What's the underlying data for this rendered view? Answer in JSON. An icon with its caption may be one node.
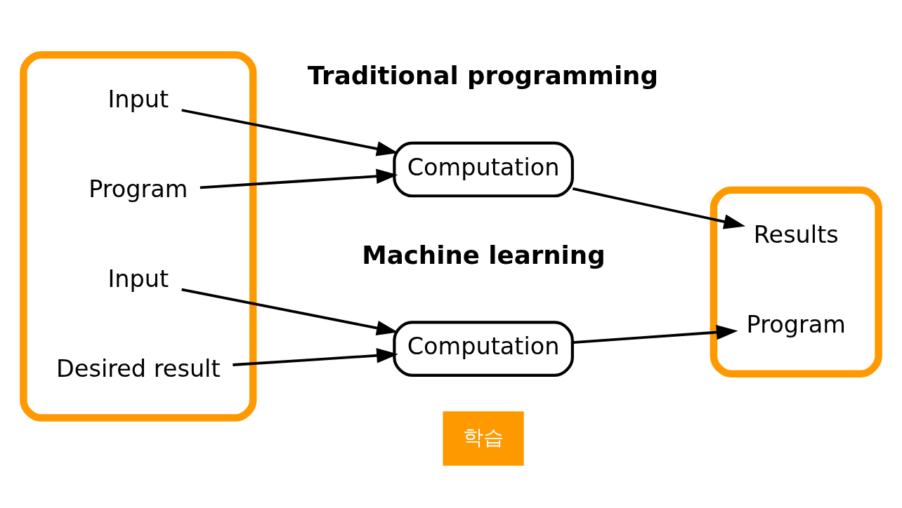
{
  "diagram": {
    "nodes": [
      {
        "text": [],
        "shape": "box"
      },
      {
        "text": [
          "Input"
        ],
        "in": 0
      },
      {
        "text": [
          "Program"
        ],
        "in": 0
      },
      {
        "text": [
          "Computation"
        ]
      },
      {
        "text": [],
        "shape": "box"
      },
      {
        "text": [
          "Results"
        ],
        "in": 4
      },
      {
        "text": [
          "Input"
        ],
        "in": 0
      },
      {
        "text": [
          "Desired result"
        ],
        "in": 0
      },
      {
        "text": [
          "Computation"
        ]
      },
      {
        "text": [
          "학습"
        ]
      },
      {
        "text": [
          "Program"
        ],
        "in": 4
      }
    ],
    "edges": [
      {
        "from": 1,
        "to": 3,
        "arrow": "to"
      },
      {
        "from": 2,
        "to": 3,
        "arrow": "to"
      },
      {
        "from": 3,
        "to": 5,
        "arrow": "to"
      },
      {
        "from": 6,
        "to": 8,
        "arrow": "to"
      },
      {
        "from": 7,
        "to": 8,
        "arrow": "to"
      },
      {
        "from": 8,
        "to": 10,
        "arrow": "to"
      }
    ],
    "labels": [
      "Traditional programming",
      "Machine learning"
    ]
  }
}
